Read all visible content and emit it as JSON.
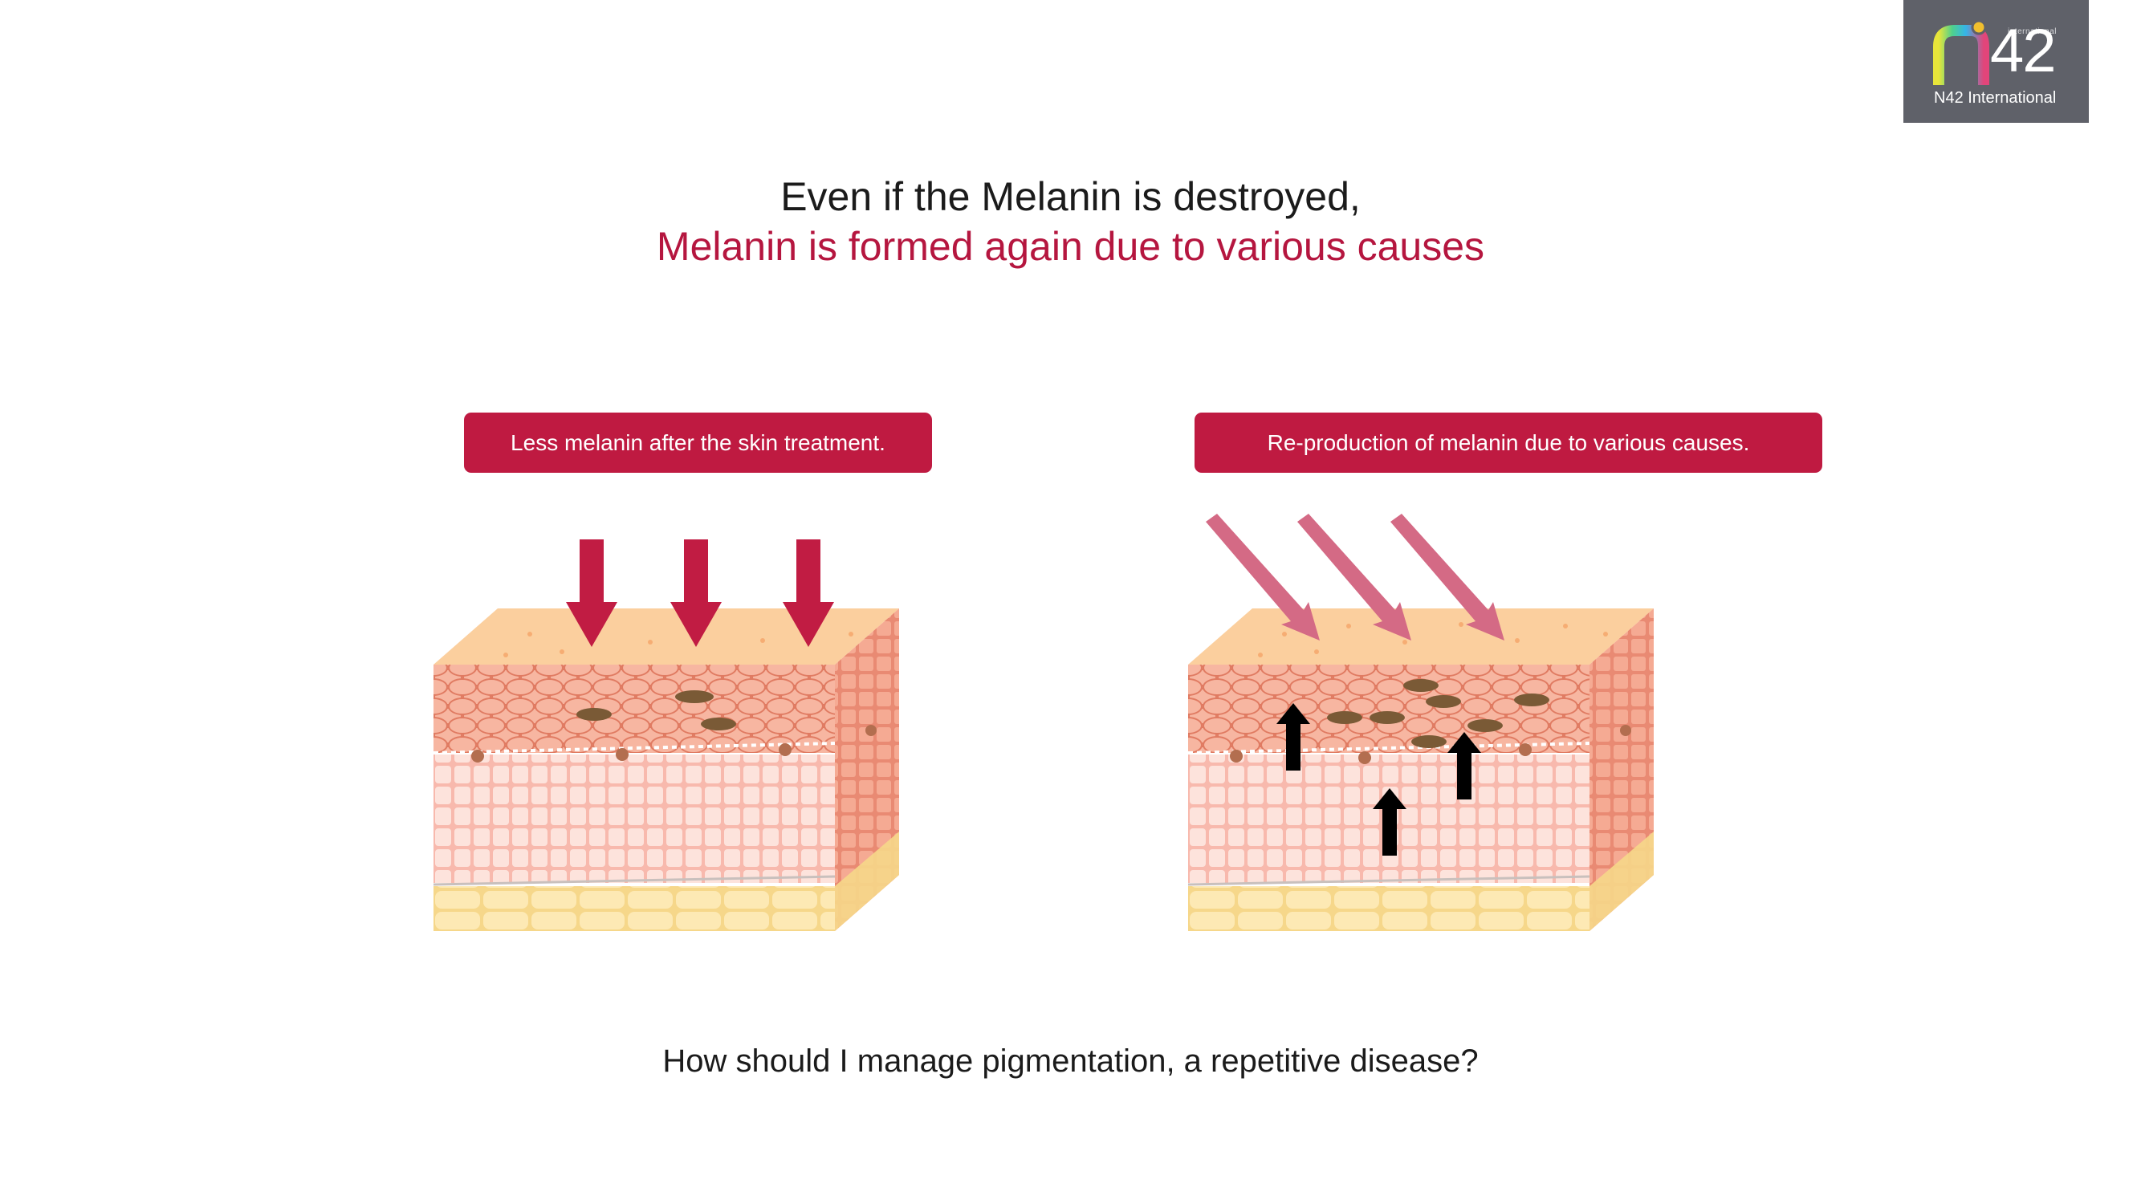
{
  "brand": {
    "logo_small_text": "international",
    "logo_number": "42",
    "logo_name": "N42 International"
  },
  "headline": {
    "line1": "Even if the Melanin is destroyed,",
    "line2": "Melanin is formed again due to various causes"
  },
  "panels": [
    {
      "label": "Less melanin after the skin treatment."
    },
    {
      "label": "Re-production of melanin due to various causes."
    }
  ],
  "question": "How should I manage pigmentation, a repetitive disease?",
  "colors": {
    "accent": "#bf1a41",
    "headline_accent": "#b5163f",
    "uv_arrow": "#d46a85",
    "skin_top": "#fbcf9e",
    "epidermis": "#f29a80",
    "dermis": "#fde3dc",
    "fat": "#fbe6a6",
    "melanin": "#7a5a36"
  }
}
